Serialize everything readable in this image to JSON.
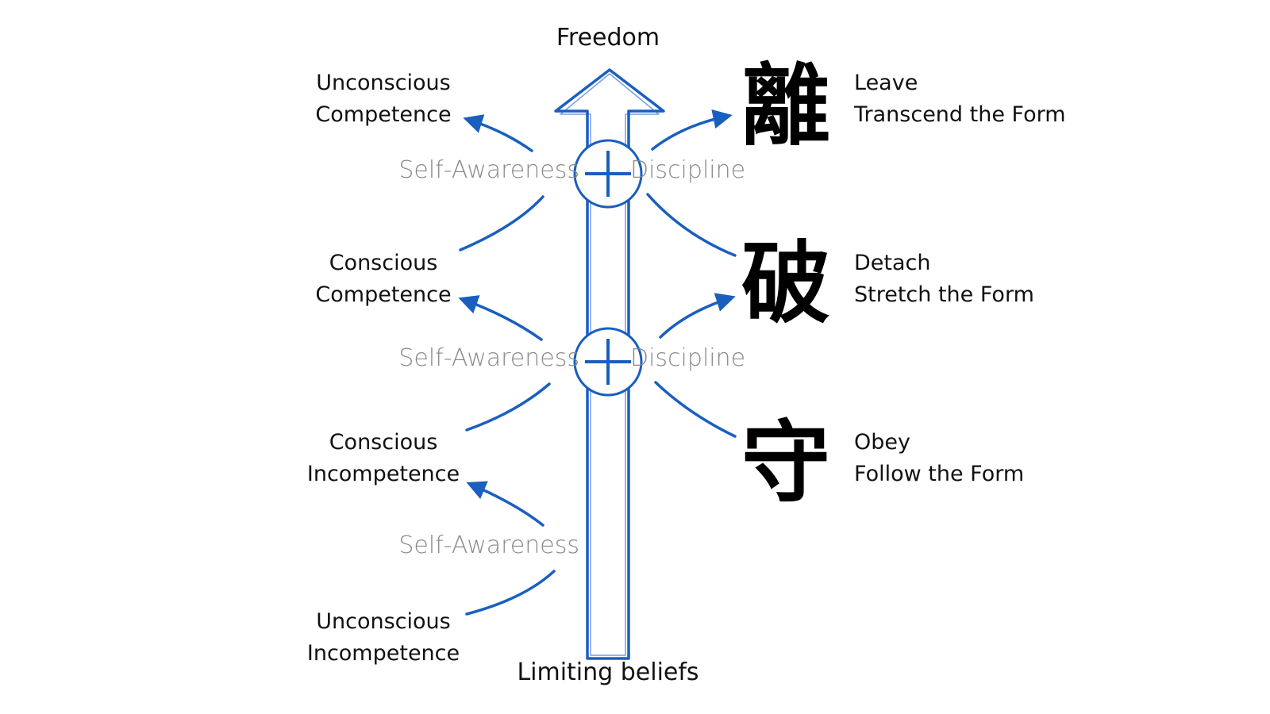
{
  "top_label": "Freedom",
  "bottom_label": "Limiting beliefs",
  "left_stages": [
    {
      "line1": "Unconscious",
      "line2": "Competence"
    },
    {
      "line1": "Conscious",
      "line2": "Competence"
    },
    {
      "line1": "Conscious",
      "line2": "Incompetence"
    },
    {
      "line1": "Unconscious",
      "line2": "Incompetence"
    }
  ],
  "right_stages": [
    {
      "kanji": "離",
      "line1": "Leave",
      "line2": "Transcend the Form"
    },
    {
      "kanji": "破",
      "line1": "Detach",
      "line2": "Stretch the Form"
    },
    {
      "kanji": "守",
      "line1": "Obey",
      "line2": "Follow the Form"
    }
  ],
  "connectors": [
    {
      "left": "Self-Awareness",
      "right": "Discipline"
    },
    {
      "left": "Self-Awareness",
      "right": "Discipline"
    },
    {
      "left": "Self-Awareness",
      "right": ""
    }
  ],
  "colors": {
    "accent": "#1a5fbf",
    "text": "#111111",
    "faint_text": "#8a8a8a"
  },
  "icons": [
    "up-arrow-icon",
    "plus-icon",
    "curved-arrow-icon"
  ]
}
